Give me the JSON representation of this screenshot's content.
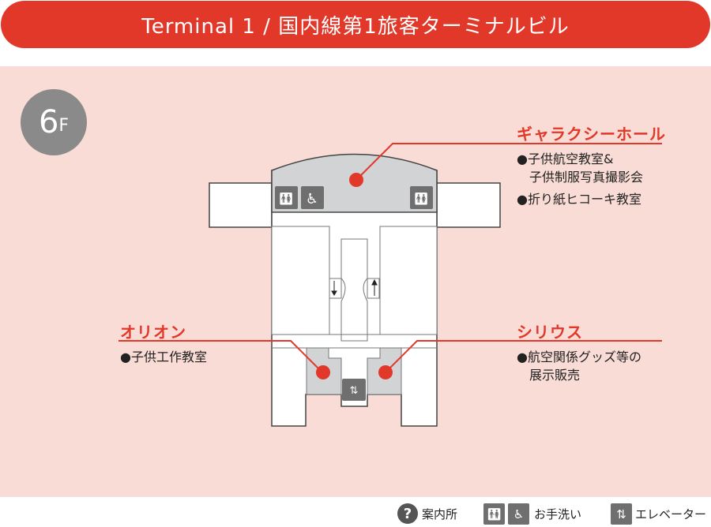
{
  "header": {
    "title": "Terminal 1 / 国内線第1旅客ターミナルビル"
  },
  "floor": {
    "number": "6",
    "suffix": "F"
  },
  "areas": {
    "galaxy_hall": {
      "name": "ギャラクシーホール",
      "items": [
        "●子供航空教室&",
        "　子供制服写真撮影会",
        "●折り紙ヒコーキ教室"
      ]
    },
    "orion": {
      "name": "オリオン",
      "items": [
        "●子供工作教室"
      ]
    },
    "sirius": {
      "name": "シリウス",
      "items": [
        "●航空関係グッズ等の",
        "　展示販売"
      ]
    }
  },
  "legend": {
    "info": "案内所",
    "restroom": "お手洗い",
    "elevator": "エレベーター"
  },
  "colors": {
    "accent": "#e1382a",
    "background": "#f9dcd5",
    "facility": "#d1d3d4",
    "icon": "#6f6f6f"
  }
}
